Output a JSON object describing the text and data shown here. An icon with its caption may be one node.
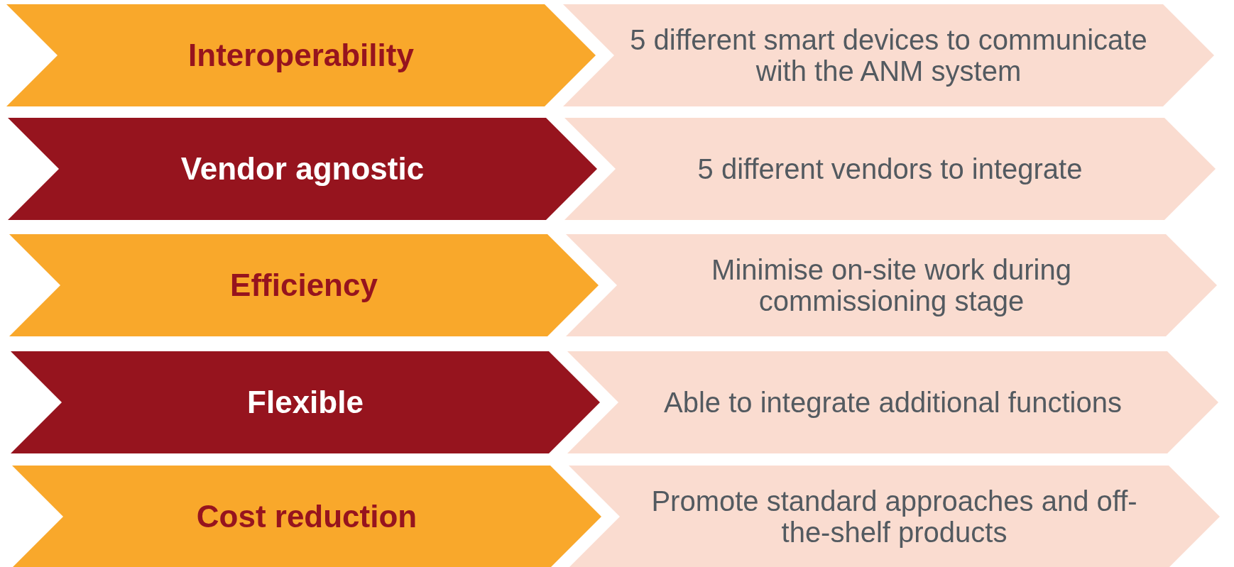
{
  "diagram": {
    "nodes": [
      {
        "text": [
          "Interoperability"
        ]
      },
      {
        "text": [
          "5 different smart devices to communicate with the ANM system"
        ]
      },
      {
        "text": [
          "Vendor agnostic"
        ]
      },
      {
        "text": [
          "5 different vendors to integrate"
        ]
      },
      {
        "text": [
          "Efficiency"
        ]
      },
      {
        "text": [
          "Minimise on-site work during commissioning stage"
        ]
      },
      {
        "text": [
          "Flexible"
        ]
      },
      {
        "text": [
          "Able to integrate additional functions"
        ]
      },
      {
        "text": [
          "Cost reduction"
        ]
      },
      {
        "text": [
          "Promote standard approaches and off-the-shelf products"
        ]
      }
    ]
  }
}
